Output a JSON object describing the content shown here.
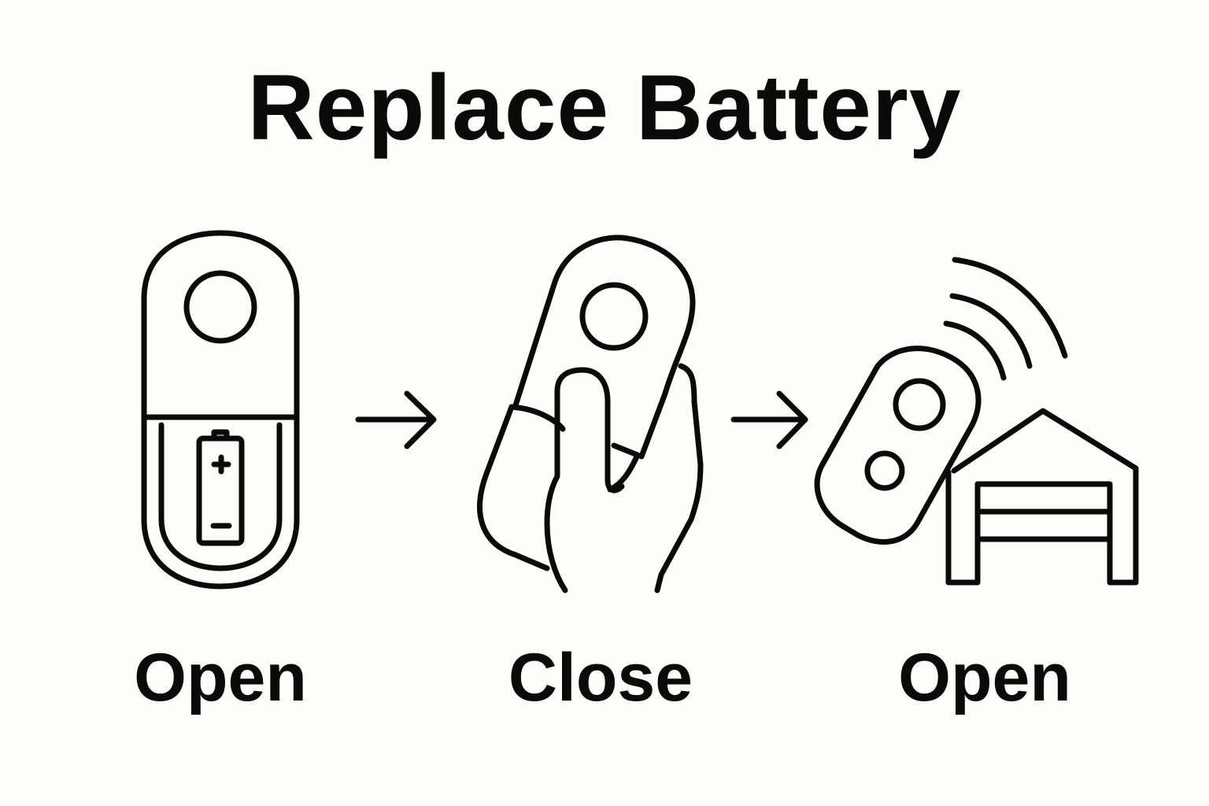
{
  "title": "Replace Battery",
  "steps": [
    {
      "label": "Open",
      "icon": "remote-open-battery-icon"
    },
    {
      "label": "Close",
      "icon": "hand-holding-remote-icon"
    },
    {
      "label": "Open",
      "icon": "remote-signal-garage-icon"
    }
  ],
  "arrows": [
    "arrow-right-icon",
    "arrow-right-icon"
  ],
  "colors": {
    "ink": "#0a0a0a",
    "background": "#fdfdfb"
  }
}
